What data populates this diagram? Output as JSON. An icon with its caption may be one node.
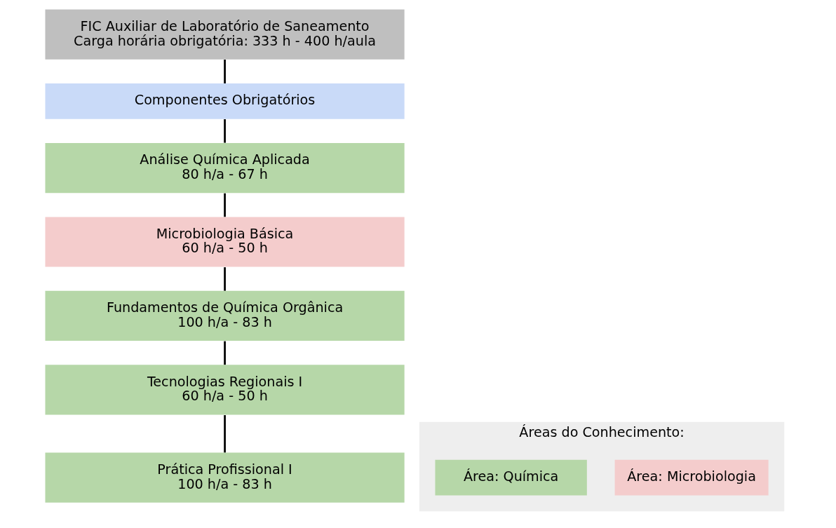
{
  "diagram": {
    "nodes": [
      {
        "text": [
          "FIC Auxiliar de Laboratório de Saneamento",
          "Carga horária obrigatória: 333 h - 400 h/aula"
        ]
      },
      {
        "text": [
          "Componentes Obrigatórios"
        ]
      },
      {
        "text": [
          "Análise Química Aplicada",
          "80 h/a - 67 h"
        ]
      },
      {
        "text": [
          "Microbiologia Básica",
          "60 h/a - 50 h"
        ]
      },
      {
        "text": [
          "Fundamentos de Química Orgânica",
          "100 h/a - 83 h"
        ]
      },
      {
        "text": [
          "Tecnologias Regionais I",
          "60 h/a - 50 h"
        ]
      },
      {
        "text": [
          "Prática Profissional I",
          "100 h/a - 83 h"
        ]
      },
      {
        "text": [
          "Áreas do Conhecimento:"
        ]
      }
    ],
    "edges": [
      {
        "from": 0,
        "to": 1,
        "arrow": "none"
      },
      {
        "from": 1,
        "to": 2,
        "arrow": "none"
      },
      {
        "from": 2,
        "to": 3,
        "arrow": "none"
      },
      {
        "from": 3,
        "to": 4,
        "arrow": "none"
      },
      {
        "from": 4,
        "to": 5,
        "arrow": "none"
      },
      {
        "from": 5,
        "to": 6,
        "arrow": "none"
      }
    ],
    "legend": [
      {
        "text": "Área: Química",
        "color": "#b6d7a8"
      },
      {
        "text": "Área: Microbiologia",
        "color": "#f4cccc"
      }
    ]
  }
}
